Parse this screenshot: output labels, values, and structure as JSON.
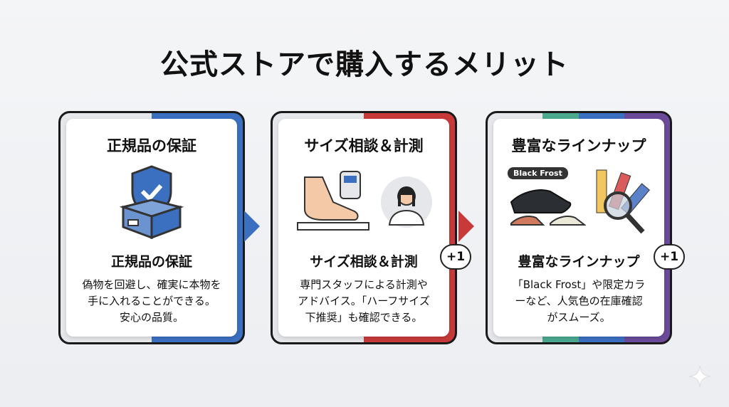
{
  "title": "公式ストアで購入するメリット",
  "cards": [
    {
      "heading": "正規品の保証",
      "subheading": "正規品の保証",
      "desc": [
        "偽物を回避し、確実に本物を",
        "手に入れることができる。",
        "安心の品質。"
      ]
    },
    {
      "heading": "サイズ相談＆計測",
      "subheading": "サイズ相談＆計測",
      "desc": [
        "専門スタッフによる計測や",
        "アドバイス。「ハーフサイズ",
        "下推奨」も確認できる。"
      ],
      "badge": "+1"
    },
    {
      "heading": "豊富なラインナップ",
      "subheading": "豊富なラインナップ",
      "tag": "Black Frost",
      "desc": [
        "「Black Frost」や限定カラ",
        "ーなど、人気色の在庫確認",
        "がスムーズ。"
      ],
      "badge": "+1"
    }
  ],
  "colors": {
    "blue": "#3b6fc0",
    "red": "#c83a3a",
    "teal": "#4aa98f",
    "purple": "#6b4a9a"
  }
}
